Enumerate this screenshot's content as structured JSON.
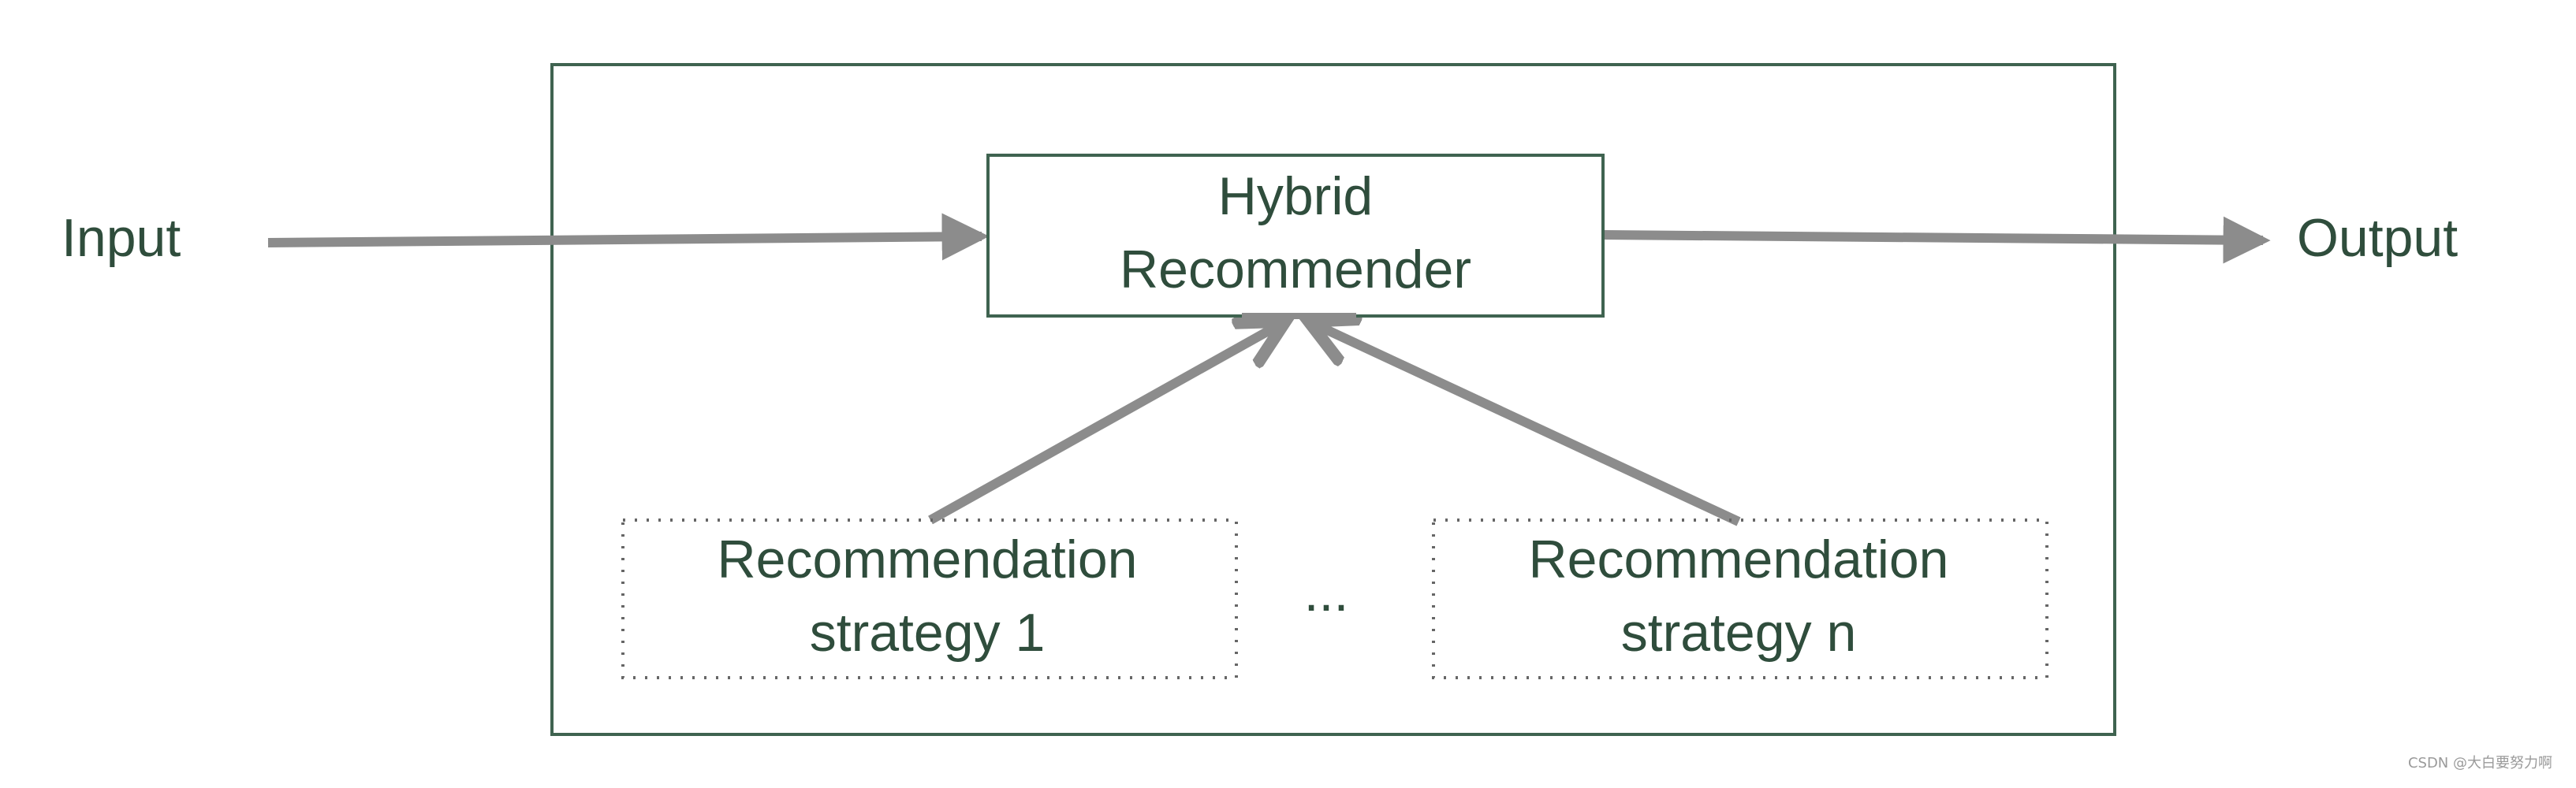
{
  "diagram": {
    "input_label": "Input",
    "output_label": "Output",
    "hybrid_box": {
      "line1": "Hybrid",
      "line2": "Recommender"
    },
    "strategy_1": {
      "line1": "Recommendation",
      "line2": "strategy 1"
    },
    "strategy_n": {
      "line1": "Recommendation",
      "line2": "strategy n"
    },
    "ellipsis": "...",
    "colors": {
      "box_stroke": "#3f6350",
      "text": "#2f4d3c",
      "arrow": "#8c8c8c",
      "dotted": "#666666"
    }
  },
  "watermark": "CSDN @大白要努力啊"
}
